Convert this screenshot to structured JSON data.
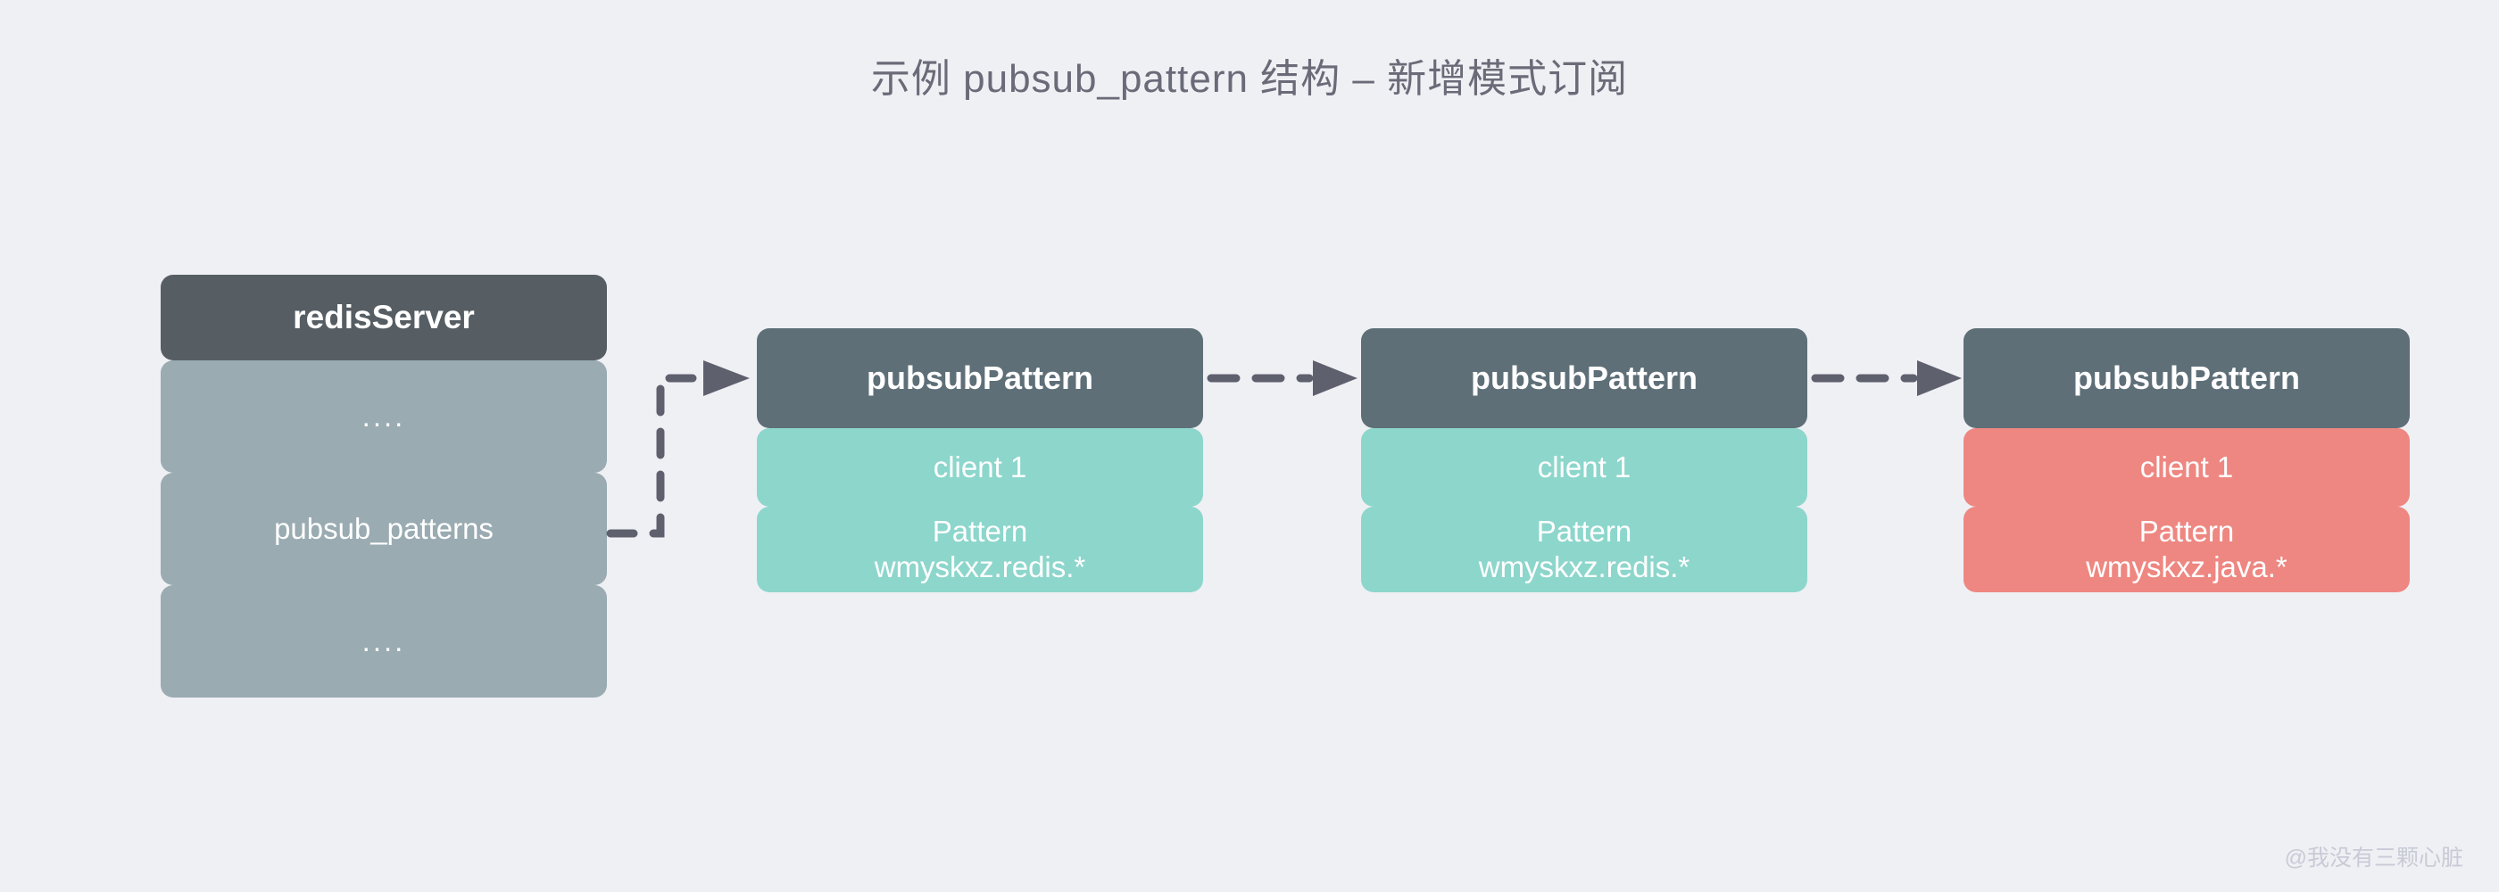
{
  "title": "示例 pubsub_pattern 结构 – 新增模式订阅",
  "watermark": "@我没有三颗心脏",
  "colors": {
    "background": "#eff0f4",
    "title_text": "#6a6b78",
    "header_dark": "#565e64",
    "header_slate": "#5e6f78",
    "row_grey": "#9aabb2",
    "row_teal": "#8dd6cc",
    "row_red": "#ee8781",
    "connector": "#5f606e",
    "watermark_text": "#c8cbd6"
  },
  "nodes": {
    "redis_server": {
      "header": "redisServer",
      "rows": [
        {
          "label": "....",
          "color": "grey"
        },
        {
          "label": "pubsub_patterns",
          "color": "grey"
        },
        {
          "label": "....",
          "color": "grey"
        }
      ]
    },
    "pattern_1": {
      "header": "pubsubPattern",
      "client": "client 1",
      "pattern_label": "Pattern",
      "pattern_value": "wmyskxz.redis.*",
      "color": "teal"
    },
    "pattern_2": {
      "header": "pubsubPattern",
      "client": "client 1",
      "pattern_label": "Pattern",
      "pattern_value": "wmyskxz.redis.*",
      "color": "teal"
    },
    "pattern_3": {
      "header": "pubsubPattern",
      "client": "client 1",
      "pattern_label": "Pattern",
      "pattern_value": "wmyskxz.java.*",
      "color": "red"
    }
  },
  "connectors": [
    {
      "name": "redis-to-pattern-1",
      "style": "dashed-elbow",
      "arrow": true
    },
    {
      "name": "pattern-1-to-pattern-2",
      "style": "dashed-straight",
      "arrow": true
    },
    {
      "name": "pattern-2-to-pattern-3",
      "style": "dashed-straight",
      "arrow": true
    }
  ]
}
